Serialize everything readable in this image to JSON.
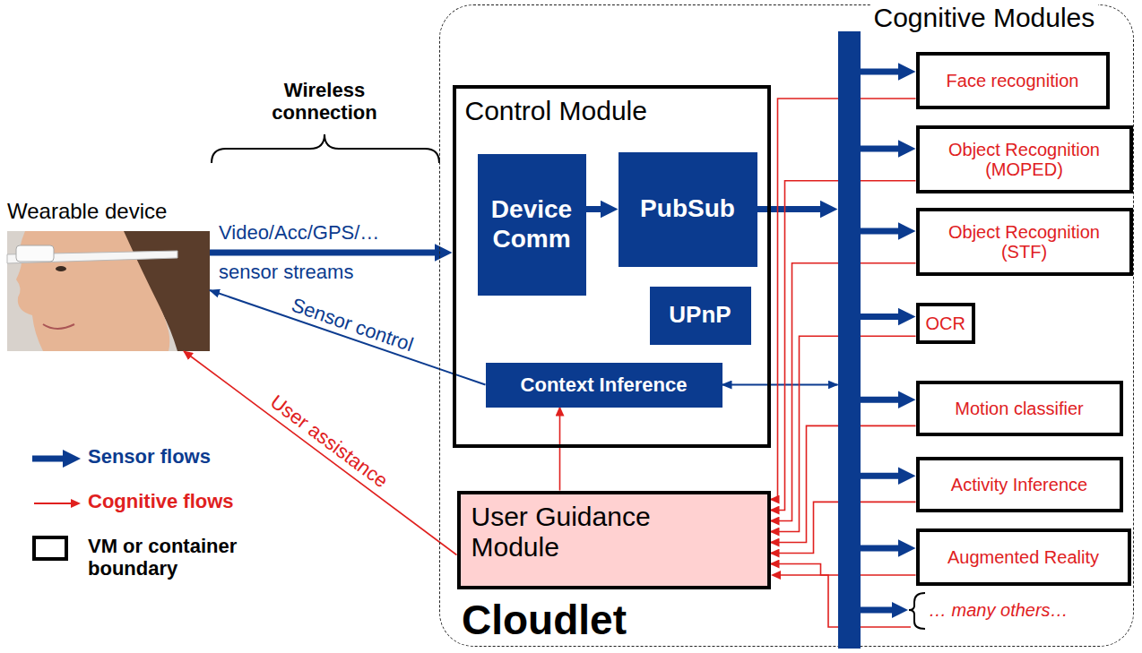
{
  "diagram": {
    "nodes": [
      {
        "text": [
          "Wearable device"
        ]
      },
      {
        "text": [
          "Cloudlet"
        ]
      },
      {
        "text": [
          "Control Module"
        ],
        "in": 1
      },
      {
        "text": [
          "Device Comm"
        ],
        "in": 2
      },
      {
        "text": [
          "PubSub"
        ],
        "in": 2
      },
      {
        "text": [
          "UPnP"
        ],
        "in": 2
      },
      {
        "text": [
          "Context Inference"
        ],
        "in": 2
      },
      {
        "text": [
          "User Guidance Module"
        ],
        "in": 1
      },
      {
        "text": [
          "Cognitive Modules"
        ],
        "in": 1
      },
      {
        "text": [
          "Face recognition"
        ],
        "in": 1
      },
      {
        "text": [
          "Object Recognition (MOPED)"
        ],
        "in": 1
      },
      {
        "text": [
          "Object Recognition (STF)"
        ],
        "in": 1
      },
      {
        "text": [
          "OCR"
        ],
        "in": 1
      },
      {
        "text": [
          "Motion classifier"
        ],
        "in": 1
      },
      {
        "text": [
          "Activity Inference"
        ],
        "in": 1
      },
      {
        "text": [
          "Augmented Reality"
        ],
        "in": 1
      }
    ],
    "edges": [
      {
        "from": 0,
        "to": 2,
        "label": "Video/Acc/GPS/… sensor streams",
        "arrow": "to"
      },
      {
        "from": 3,
        "to": 4,
        "arrow": "to"
      },
      {
        "from": 4,
        "to": 8,
        "arrow": "to"
      },
      {
        "from": 8,
        "to": 9,
        "arrow": "to"
      },
      {
        "from": 8,
        "to": 10,
        "arrow": "to"
      },
      {
        "from": 8,
        "to": 11,
        "arrow": "to"
      },
      {
        "from": 8,
        "to": 12,
        "arrow": "to"
      },
      {
        "from": 8,
        "to": 13,
        "arrow": "to"
      },
      {
        "from": 8,
        "to": 14,
        "arrow": "to"
      },
      {
        "from": 8,
        "to": 15,
        "arrow": "to"
      },
      {
        "from": 8,
        "to": 6,
        "arrow": "both"
      },
      {
        "from": 6,
        "to": 0,
        "label": "Sensor control",
        "arrow": "to"
      },
      {
        "from": 7,
        "to": 0,
        "label": "User assistance",
        "arrow": "to"
      },
      {
        "from": 7,
        "to": 6,
        "arrow": "to"
      },
      {
        "from": 9,
        "to": 7,
        "arrow": "to"
      },
      {
        "from": 10,
        "to": 7,
        "arrow": "to"
      },
      {
        "from": 11,
        "to": 7,
        "arrow": "to"
      },
      {
        "from": 12,
        "to": 7,
        "arrow": "to"
      },
      {
        "from": 13,
        "to": 7,
        "arrow": "to"
      },
      {
        "from": 14,
        "to": 7,
        "arrow": "to"
      },
      {
        "from": 15,
        "to": 7,
        "arrow": "to"
      }
    ],
    "labels": [
      "Wireless connection",
      "… many others…"
    ],
    "legend": [
      {
        "text": "Sensor flows"
      },
      {
        "text": "Cognitive flows"
      },
      {
        "text": "VM or container boundary"
      }
    ]
  }
}
